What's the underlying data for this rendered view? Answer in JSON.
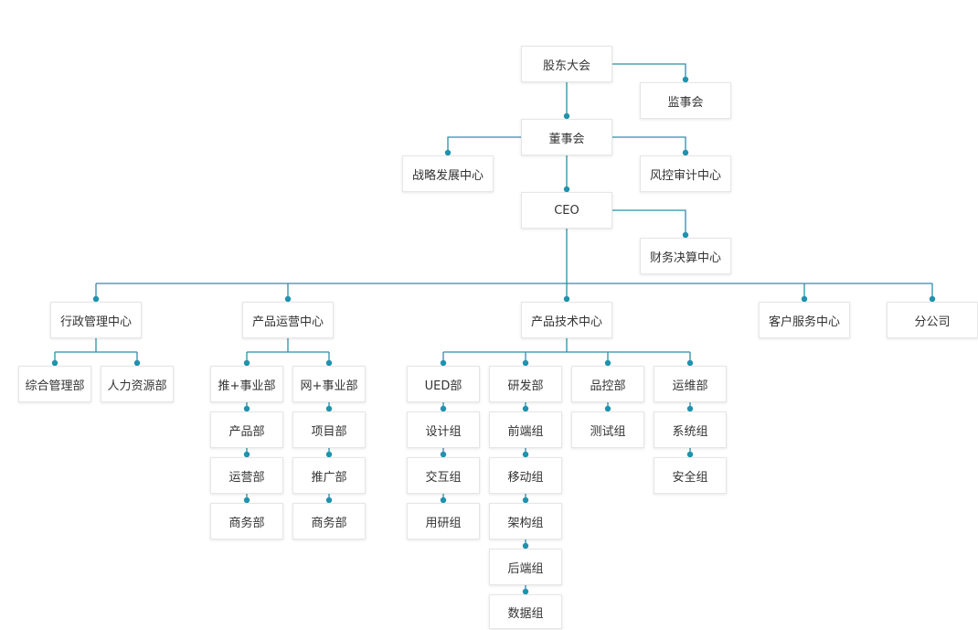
{
  "line_color": "#2a8fa9",
  "dot_color": "#1f93ae",
  "nodes": {
    "gudong": "股东大会",
    "jianshi": "监事会",
    "dongshi": "董事会",
    "zhanlue": "战略发展中心",
    "fengkong": "风控审计中心",
    "ceo": "CEO",
    "caiwu": "财务决算中心",
    "xingzheng": "行政管理中心",
    "zonghe": "综合管理部",
    "renli": "人力资源部",
    "yunying": "产品运营中心",
    "tui": "推+事业部",
    "tui_chanpin": "产品部",
    "tui_yunying": "运营部",
    "tui_shangwu": "商务部",
    "wang": "网+事业部",
    "wang_xiangmu": "项目部",
    "wang_tuiguang": "推广部",
    "wang_shangwu": "商务部",
    "jishu": "产品技术中心",
    "ued": "UED部",
    "ued_sheji": "设计组",
    "ued_jiaohu": "交互组",
    "ued_yongyan": "用研组",
    "yanfa": "研发部",
    "yanfa_qianduan": "前端组",
    "yanfa_yidong": "移动组",
    "yanfa_jiagou": "架构组",
    "yanfa_houduan": "后端组",
    "yanfa_shuju": "数据组",
    "pinkong": "品控部",
    "pinkong_ceshi": "测试组",
    "yunwei": "运维部",
    "yunwei_xitong": "系统组",
    "yunwei_anquan": "安全组",
    "kehu": "客户服务中心",
    "fengongsi": "分公司"
  }
}
